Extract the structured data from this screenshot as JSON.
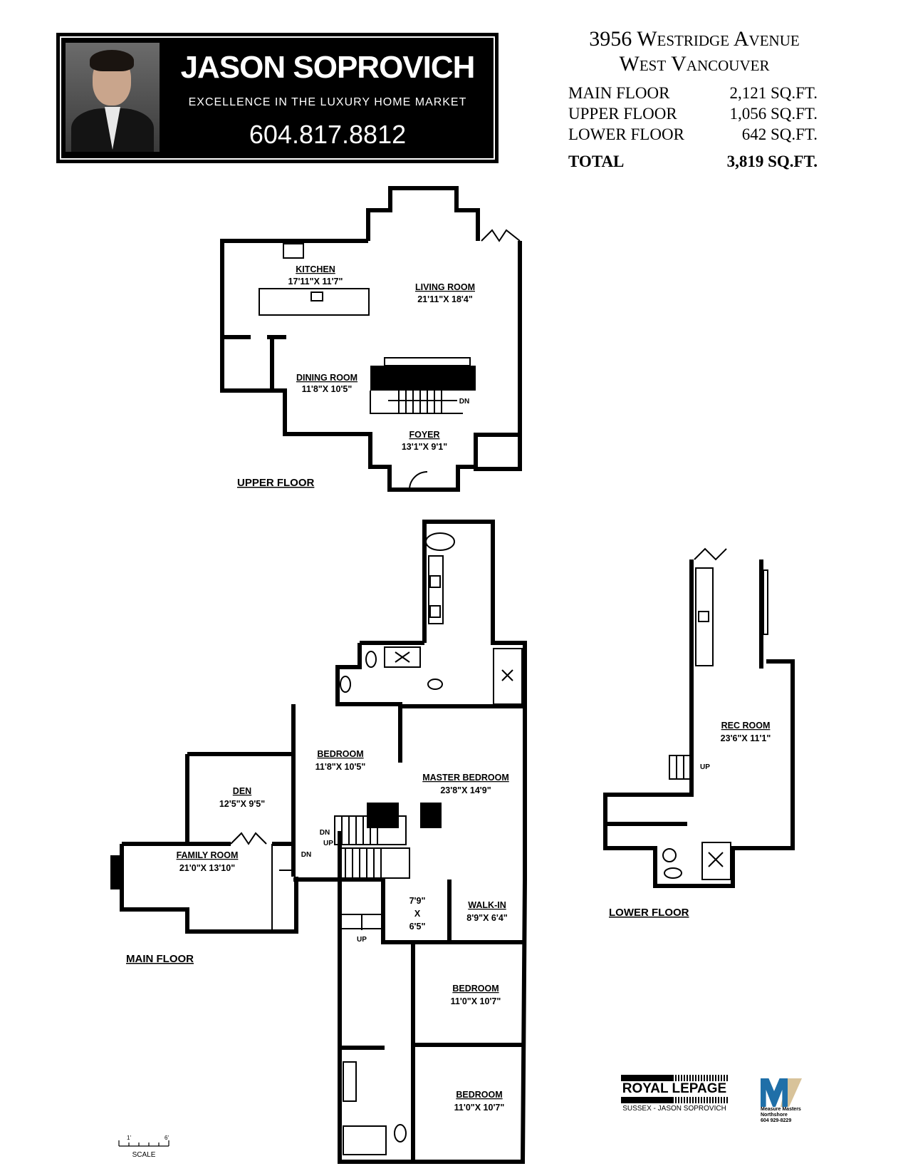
{
  "agent": {
    "name": "JASON SOPROVICH",
    "tagline": "EXCELLENCE IN THE LUXURY HOME MARKET",
    "phone": "604.817.8812"
  },
  "property": {
    "address": "3956 Westridge Avenue",
    "city": "West Vancouver",
    "areas": [
      {
        "label": "MAIN FLOOR",
        "value": "2,121 SQ.FT."
      },
      {
        "label": "UPPER FLOOR",
        "value": "1,056 SQ.FT."
      },
      {
        "label": "LOWER FLOOR",
        "value": "642 SQ.FT."
      }
    ],
    "total": {
      "label": "TOTAL",
      "value": "3,819 SQ.FT."
    }
  },
  "upper_floor": {
    "title": "UPPER FLOOR",
    "rooms": [
      {
        "name": "KITCHEN",
        "dims": "17'11\"X  11'7\""
      },
      {
        "name": "LIVING  ROOM",
        "dims": "21'11\"X  18'4\""
      },
      {
        "name": "DINING  ROOM",
        "dims": "11'8\"X  10'5\""
      },
      {
        "name": "FOYER",
        "dims": "13'1\"X  9'1\""
      }
    ],
    "stair_label": "DN"
  },
  "main_floor": {
    "title": "MAIN  FLOOR",
    "rooms": [
      {
        "name": "BEDROOM",
        "dims": "11'8\"X  10'5\""
      },
      {
        "name": "MASTER  BEDROOM",
        "dims": "23'8\"X  14'9\""
      },
      {
        "name": "DEN",
        "dims": "12'5\"X  9'5\""
      },
      {
        "name": "FAMILY  ROOM",
        "dims": "21'0\"X  13'10\""
      },
      {
        "name": "WALK-IN",
        "dims": "8'9\"X  6'4\""
      },
      {
        "name": "BEDROOM",
        "dims": "11'0\"X  10'7\""
      },
      {
        "name": "BEDROOM",
        "dims": "11'0\"X  10'7\""
      }
    ],
    "closet_dims": [
      "7'9\"",
      "X",
      "6'5\""
    ],
    "stair_labels": [
      "DN",
      "UP",
      "DN",
      "UP"
    ]
  },
  "lower_floor": {
    "title": "LOWER  FLOOR",
    "rooms": [
      {
        "name": "REC  ROOM",
        "dims": "23'6\"X  11'1\""
      }
    ],
    "stair_label": "UP"
  },
  "scale": {
    "label": "SCALE",
    "start": "1'",
    "end": "6'"
  },
  "brokerage": {
    "name": "ROYAL LEPAGE",
    "office": "SUSSEX - JASON SOPROVICH"
  },
  "measurer": {
    "name": "Measure Masters Northshore",
    "phone": "604 929-8229",
    "logo_text": "M"
  },
  "colors": {
    "ink": "#000000",
    "mm_blue": "#1f6fa8",
    "mm_tan": "#d8c39a"
  }
}
